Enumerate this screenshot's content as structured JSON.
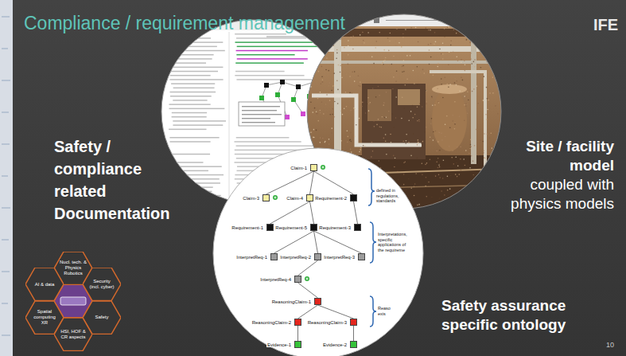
{
  "diagram": {
    "title": "Compliance / requirement management",
    "nodes": [
      {
        "text": [
          "Nucl. tech. & Physics Robotics"
        ]
      },
      {
        "text": [
          "AI & data"
        ]
      },
      {
        "text": [
          "Security (incl. cyber)"
        ]
      },
      {
        "text": [
          "Spatial computing XR"
        ]
      },
      {
        "text": [
          "Safety"
        ]
      },
      {
        "text": [
          "HSI, HOF & CR aspects"
        ]
      },
      {
        "text": [
          "Claim-1"
        ]
      },
      {
        "text": [
          "Claim-3"
        ]
      },
      {
        "text": [
          "Claim-4"
        ]
      },
      {
        "text": [
          "Requirement-2"
        ]
      },
      {
        "text": [
          "Requirement-1"
        ]
      },
      {
        "text": [
          "Requirement-5"
        ]
      },
      {
        "text": [
          "Requirement-3"
        ]
      },
      {
        "text": [
          "InterpretReq-1"
        ]
      },
      {
        "text": [
          "InterpretReq-2"
        ]
      },
      {
        "text": [
          "InterpretReq-3"
        ]
      },
      {
        "text": [
          "InterpretReq-4"
        ]
      },
      {
        "text": [
          "ReasoningClaim-1"
        ]
      },
      {
        "text": [
          "ReasoningClaim-2"
        ]
      },
      {
        "text": [
          "ReasoningClaim-3"
        ]
      },
      {
        "text": [
          "Evidence-1"
        ]
      },
      {
        "text": [
          "Evidence-2"
        ]
      }
    ],
    "edges": [
      {
        "from": 6,
        "to": 7,
        "arrow": "none"
      },
      {
        "from": 6,
        "to": 8,
        "arrow": "none"
      },
      {
        "from": 6,
        "to": 9,
        "arrow": "none"
      },
      {
        "from": 8,
        "to": 10,
        "arrow": "none"
      },
      {
        "from": 8,
        "to": 11,
        "arrow": "none"
      },
      {
        "from": 9,
        "to": 12,
        "arrow": "none"
      },
      {
        "from": 11,
        "to": 13,
        "arrow": "none"
      },
      {
        "from": 11,
        "to": 14,
        "arrow": "none"
      },
      {
        "from": 11,
        "to": 15,
        "arrow": "none"
      },
      {
        "from": 14,
        "to": 16,
        "arrow": "none"
      },
      {
        "from": 16,
        "to": 17,
        "arrow": "none"
      },
      {
        "from": 17,
        "to": 18,
        "arrow": "none"
      },
      {
        "from": 17,
        "to": 19,
        "arrow": "none"
      },
      {
        "from": 18,
        "to": 20,
        "arrow": "none"
      },
      {
        "from": 19,
        "to": 21,
        "arrow": "none"
      }
    ],
    "labels": [
      "IFE",
      "Safety / compliance related Documentation",
      "Site / facility model",
      "coupled with physics models",
      "defined in regulations, standards",
      "Interpretations, specific applications of the requireme",
      "Reaso exis",
      "Safety assurance specific ontology",
      "10"
    ]
  }
}
